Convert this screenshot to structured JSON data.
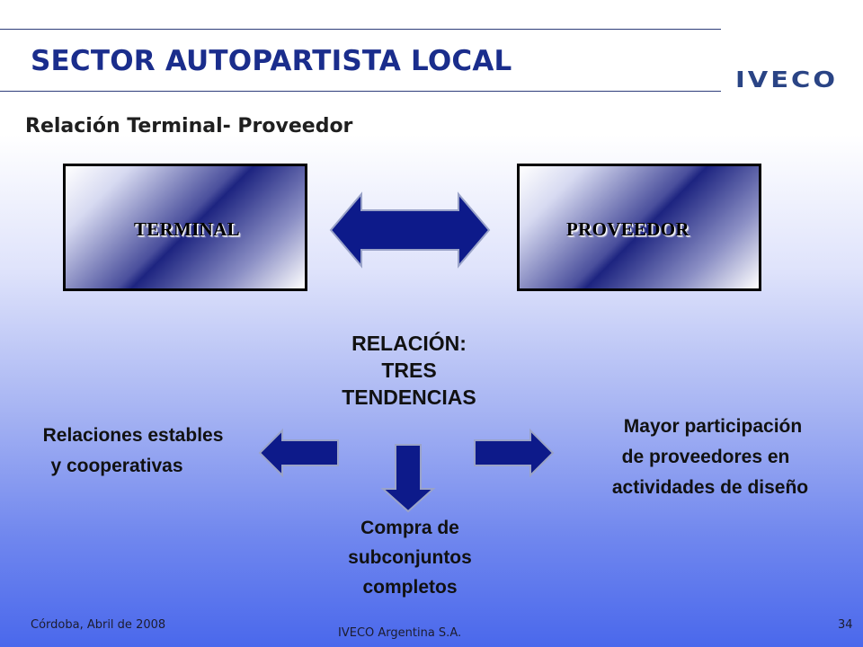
{
  "header": {
    "title": "SECTOR AUTOPARTISTA LOCAL",
    "logo_text": "IVECO",
    "subtitle": "Relación Terminal- Proveedor"
  },
  "diagram": {
    "terminal_label": "TERMINAL",
    "proveedor_label": "PROVEEDOR",
    "relation_lines": [
      "RELACIÓN:",
      "TRES",
      "TENDENCIAS"
    ],
    "left_tendency_lines": [
      "Relaciones estables",
      "y cooperativas"
    ],
    "right_tendency_lines": [
      "Mayor participación",
      "de proveedores en",
      "actividades de diseño"
    ],
    "bottom_tendency_lines": [
      "Compra de",
      "subconjuntos",
      "completos"
    ]
  },
  "footer": {
    "location_date": "Córdoba, Abril de 2008",
    "company": "IVECO Argentina S.A.",
    "page_number": "34"
  },
  "colors": {
    "title": "#1a2d8c",
    "arrow_fill": "#0d1a8a",
    "background_bottom": "#4a68ec"
  }
}
